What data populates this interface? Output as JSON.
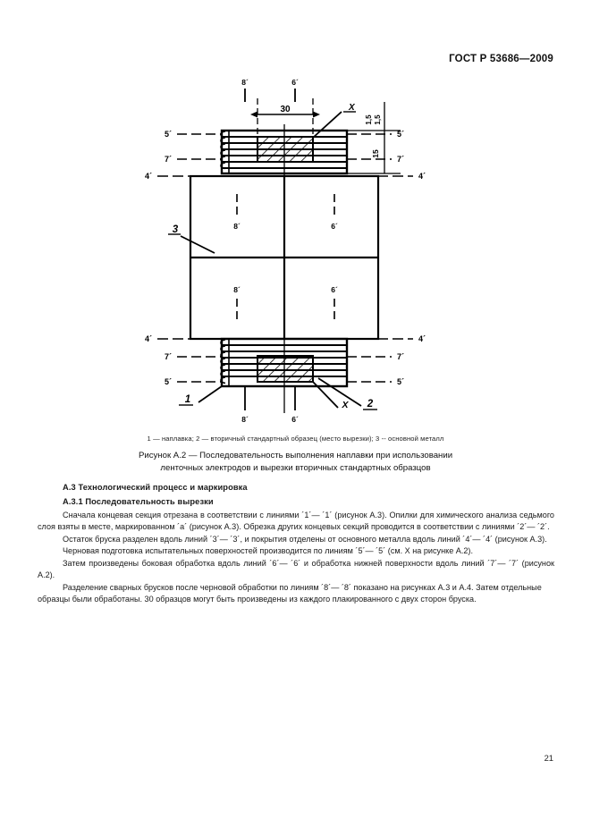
{
  "header": {
    "standard": "ГОСТ Р 53686—2009"
  },
  "figure": {
    "dimensions": {
      "width_30": "30",
      "thin_1": "1,5",
      "thin_2": "1,5",
      "height_15": "15"
    },
    "section_labels": {
      "top_left_5": "5´",
      "top_left_7": "7´",
      "top_left_4": "4´",
      "top_right_5": "5´",
      "top_right_7": "7´",
      "top_right_4": "4´",
      "bottom_left_4": "4´",
      "bottom_left_7": "7´",
      "bottom_left_5": "5´",
      "bottom_right_4": "4´",
      "bottom_right_7": "7´",
      "bottom_right_5": "5´"
    },
    "cut_line_labels": {
      "top_8": "8´",
      "top_6": "6´",
      "mid_upper_8": "8´",
      "mid_upper_6": "6´",
      "mid_lower_8": "8´",
      "mid_lower_6": "6´",
      "bottom_8": "8´",
      "bottom_6": "6´"
    },
    "callouts": {
      "detail_x_top": "X",
      "detail_x_bottom": "X",
      "item_1": "1",
      "item_2": "2",
      "item_3": "3"
    },
    "legend": "1 — наплавка; 2 — вторичный стандартный образец (место вырезки); 3 -- основной металл",
    "caption_line1": "Рисунок А.2 — Последовательность выполнения наплавки при использовании",
    "caption_line2": "ленточных электродов и вырезки вторичных стандартных образцов"
  },
  "body": {
    "heading_a3": "А.3  Технологический процесс и маркировка",
    "heading_a31": "А.3.1  Последовательность вырезки",
    "paragraphs": [
      "Сначала концевая секция отрезана в соответствии с линиями  ´1´— ´1´ (рисунок А.3). Опилки для химического анализа седьмого слоя взяты в месте, маркированном  ´а´ (рисунок А.3). Обрезка других концевых секций проводится в соответствии с линиями ´2´— ´2´.",
      "Остаток бруска разделен вдоль линий ´3´— ´3´, и покрытия отделены от основного металла вдоль линий ´4´— ´4´ (рисунок А.3).",
      "Черновая подготовка испытательных поверхностей производится по линиям ´5´— ´5´ (см. X на рисунке А.2).",
      "Затем произведены боковая обработка вдоль линий ´6´— ´6´ и обработка нижней поверхности вдоль линий ´7´— ´7´ (рисунок А.2).",
      "Разделение сварных брусков после черновой обработки по линиям ´8´— ´8´ показано на рисунках А.3 и А.4. Затем отдельные образцы были обработаны. 30 образцов могут быть произведены из каждого плакированного с двух сторон бруска."
    ]
  },
  "footer": {
    "page_number": "21"
  }
}
